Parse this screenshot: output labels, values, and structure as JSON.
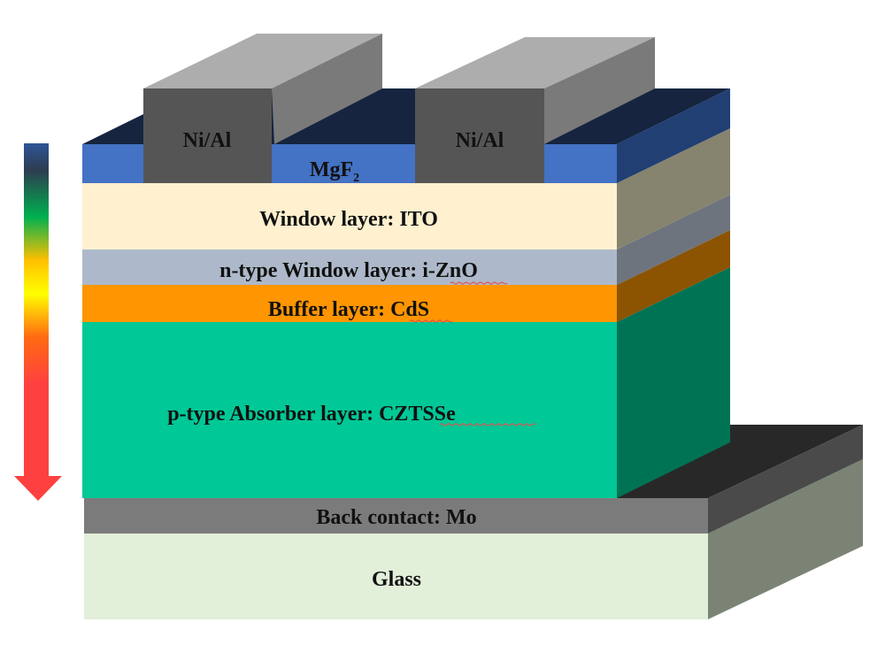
{
  "diagram": {
    "title": "CZTSSe thin-film solar cell layer structure",
    "arrow": {
      "meaning": "light-direction-gradient-arrow",
      "gradient_colors": [
        "#2f5597",
        "#2e3c50",
        "#00b050",
        "#ffc000",
        "#ffff00",
        "#ff6a13",
        "#ff4040"
      ]
    },
    "contacts": [
      {
        "label": "Ni/Al",
        "front": "#555555",
        "top": "#adadad",
        "side": "#7a7a7a"
      },
      {
        "label": "Ni/Al",
        "front": "#555555",
        "top": "#adadad",
        "side": "#7a7a7a"
      }
    ],
    "layers": [
      {
        "id": "mgf2",
        "label": "MgF",
        "subscript": "2",
        "front": "#4472c4",
        "top": "#162440",
        "side": "#213f73"
      },
      {
        "id": "ito",
        "label": "Window layer: ITO",
        "front": "#fff1cf",
        "side": "#86846f"
      },
      {
        "id": "izno",
        "label": "n-type Window layer: i-ZnO",
        "label_plain": "n-type Window layer: ",
        "label_underlined": "i-ZnO",
        "front": "#adb9ca",
        "side": "#6d747e"
      },
      {
        "id": "cds",
        "label": "Buffer layer: CdS",
        "label_plain": "Buffer layer: ",
        "label_underlined": "CdS",
        "front": "#ff9500",
        "side": "#8c5300"
      },
      {
        "id": "czts",
        "label": "p-type Absorber layer: CZTSSe",
        "label_plain": "p-type Absorber layer: ",
        "label_underlined": "CZTSSe",
        "front": "#00c896",
        "side": "#007355"
      },
      {
        "id": "mo",
        "label": "Back contact: Mo",
        "front": "#7b7b7b",
        "top": "#282828",
        "side": "#4a4a4a"
      },
      {
        "id": "glass",
        "label": "Glass",
        "front": "#e2efd9",
        "side": "#7b8375"
      }
    ],
    "spellcheck_underline_color": "#e05050"
  }
}
